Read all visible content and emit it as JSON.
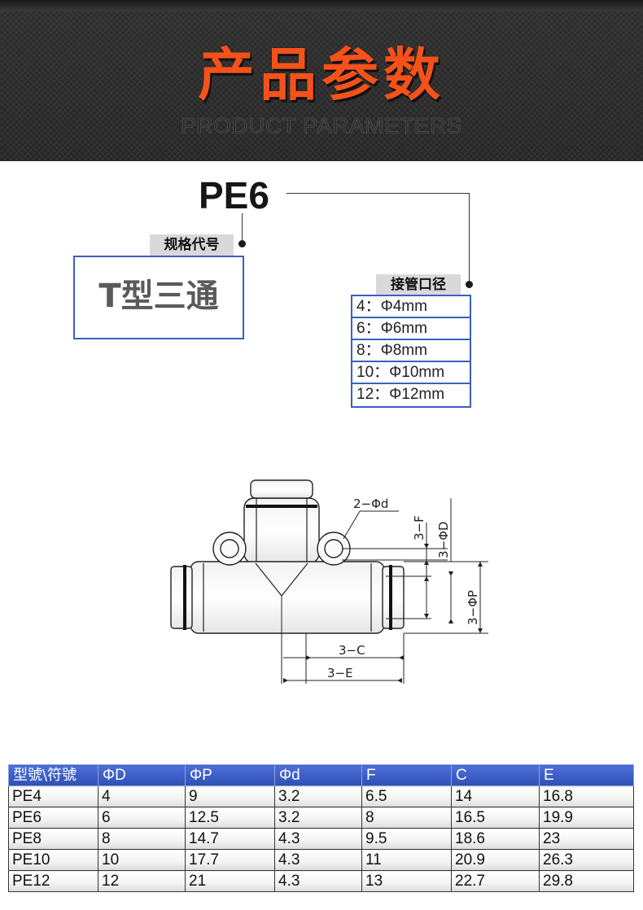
{
  "banner": {
    "title": "产品参数",
    "subtitle": "PRODUCT PARAMETERS",
    "accent_color": "#f4521a"
  },
  "model": {
    "code": "PE6",
    "spec_label": "规格代号",
    "type_name": "T型三通",
    "port_label": "接管口径",
    "sizes": [
      "4：Φ4mm",
      "6：Φ6mm",
      "8：Φ8mm",
      "10：Φ10mm",
      "12：Φ12mm"
    ],
    "border_color": "#3a5fc0"
  },
  "drawing": {
    "labels": {
      "hole": "2−Φd",
      "f": "3−F",
      "d": "3−ΦD",
      "p": "3−ΦP",
      "c": "3−C",
      "e": "3−E"
    }
  },
  "table": {
    "header_color": "#3a5cc6",
    "headers": [
      "型號\\符號",
      "ΦD",
      "ΦP",
      "Φd",
      "F",
      "C",
      "E"
    ],
    "rows": [
      [
        "PE4",
        "4",
        "9",
        "3.2",
        "6.5",
        "14",
        "16.8"
      ],
      [
        "PE6",
        "6",
        "12.5",
        "3.2",
        "8",
        "16.5",
        "19.9"
      ],
      [
        "PE8",
        "8",
        "14.7",
        "4.3",
        "9.5",
        "18.6",
        "23"
      ],
      [
        "PE10",
        "10",
        "17.7",
        "4.3",
        "11",
        "20.9",
        "26.3"
      ],
      [
        "PE12",
        "12",
        "21",
        "4.3",
        "13",
        "22.7",
        "29.8"
      ]
    ]
  }
}
